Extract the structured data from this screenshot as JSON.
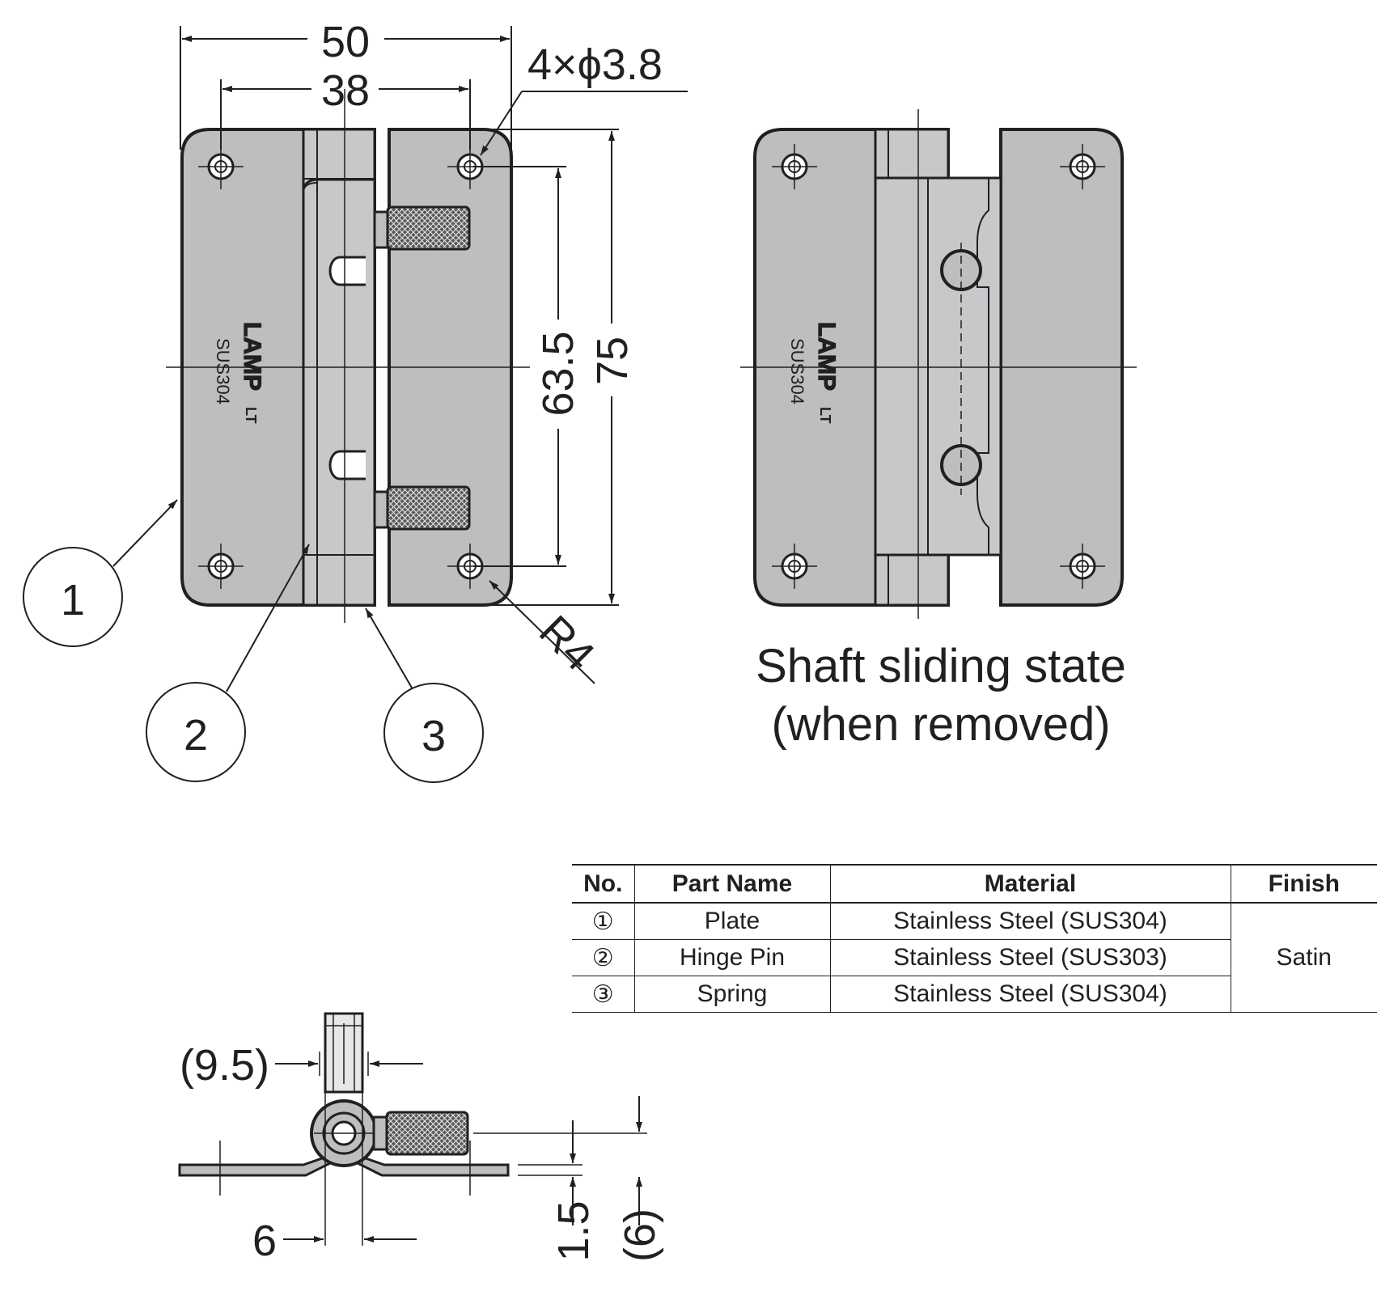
{
  "dimensions": {
    "overall_width": "50",
    "hole_pitch_width": "38",
    "hole_spec": "4×ϕ3.8",
    "hole_pitch_height": "63.5",
    "overall_height": "75",
    "corner_radius": "R4",
    "pin_offset": "(9.5)",
    "knuckle_width": "6",
    "plate_thickness": "1.5",
    "overall_thickness": "(6)"
  },
  "callouts": [
    "1",
    "2",
    "3"
  ],
  "engraving": {
    "brand": "LAMP",
    "suffix": "LT",
    "material_mark": "SUS304"
  },
  "caption": {
    "line1": "Shaft sliding state",
    "line2": "(when removed)"
  },
  "parts_table": {
    "headers": [
      "No.",
      "Part Name",
      "Material",
      "Finish"
    ],
    "rows": [
      {
        "no": "①",
        "name": "Plate",
        "material": "Stainless Steel (SUS304)"
      },
      {
        "no": "②",
        "name": "Hinge Pin",
        "material": "Stainless Steel (SUS303)"
      },
      {
        "no": "③",
        "name": "Spring",
        "material": "Stainless Steel (SUS304)"
      }
    ],
    "finish": "Satin"
  },
  "colors": {
    "line": "#231f20",
    "plate_fill": "#bcbec0",
    "knurl_fill": "#58595b"
  }
}
